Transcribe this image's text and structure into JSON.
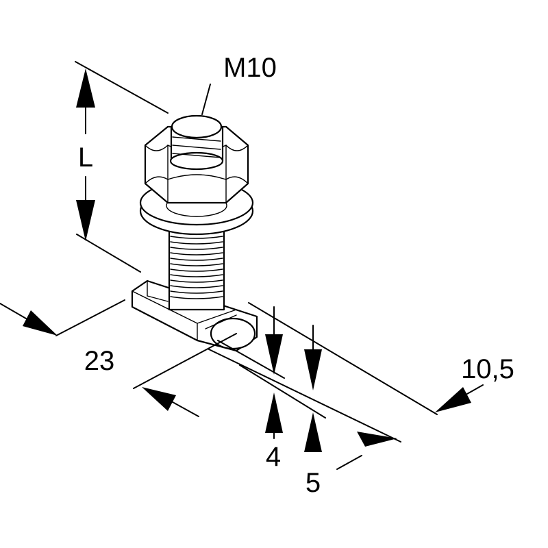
{
  "labels": {
    "thread": "M10",
    "length": "L",
    "width": "23",
    "depth": "10,5",
    "height_a": "4",
    "height_b": "5"
  }
}
